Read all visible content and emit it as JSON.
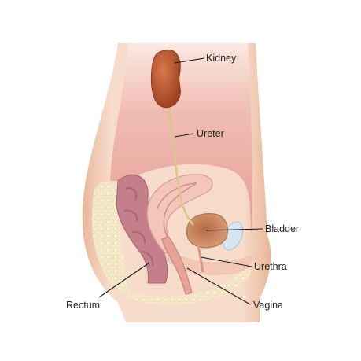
{
  "labels": {
    "kidney": "Kidney",
    "ureter": "Ureter",
    "bladder": "Bladder",
    "urethra": "Urethra",
    "rectum": "Rectum",
    "vagina": "Vagina"
  },
  "colors": {
    "skin": "#f6d9c4",
    "skin_shadow": "#e8b89c",
    "cavity": "#e9aba2",
    "cavity_light": "#f3cfc6",
    "fat": "#f4e7c4",
    "kidney": "#b8542f",
    "ureter": "#e6d79b",
    "bladder": "#cf8a62",
    "rectum": "#c98690",
    "uterus": "#f2c6bb",
    "bone": "#cfe0ea"
  }
}
